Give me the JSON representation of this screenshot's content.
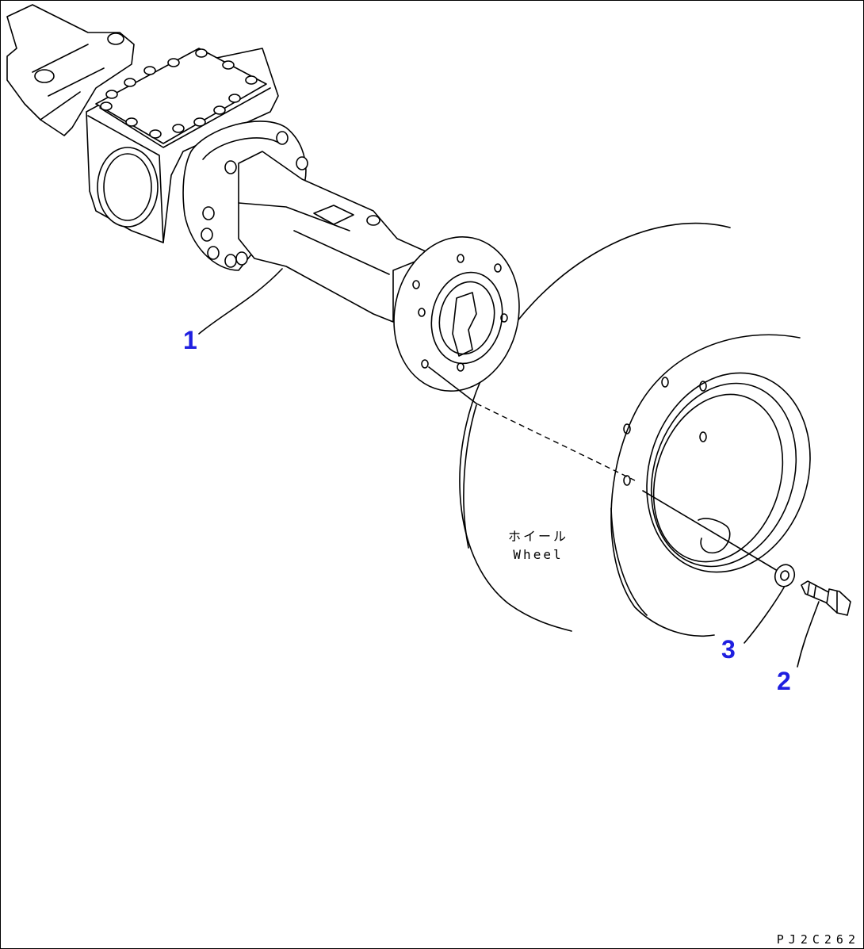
{
  "callouts": {
    "axle": "1",
    "bolt": "2",
    "washer": "3"
  },
  "wheel_label": {
    "japanese": "ホイール",
    "english": "Wheel"
  },
  "drawing_code": "PJ2C262",
  "colors": {
    "callout": "#1f1fe0",
    "line": "#000000",
    "background": "#ffffff"
  }
}
